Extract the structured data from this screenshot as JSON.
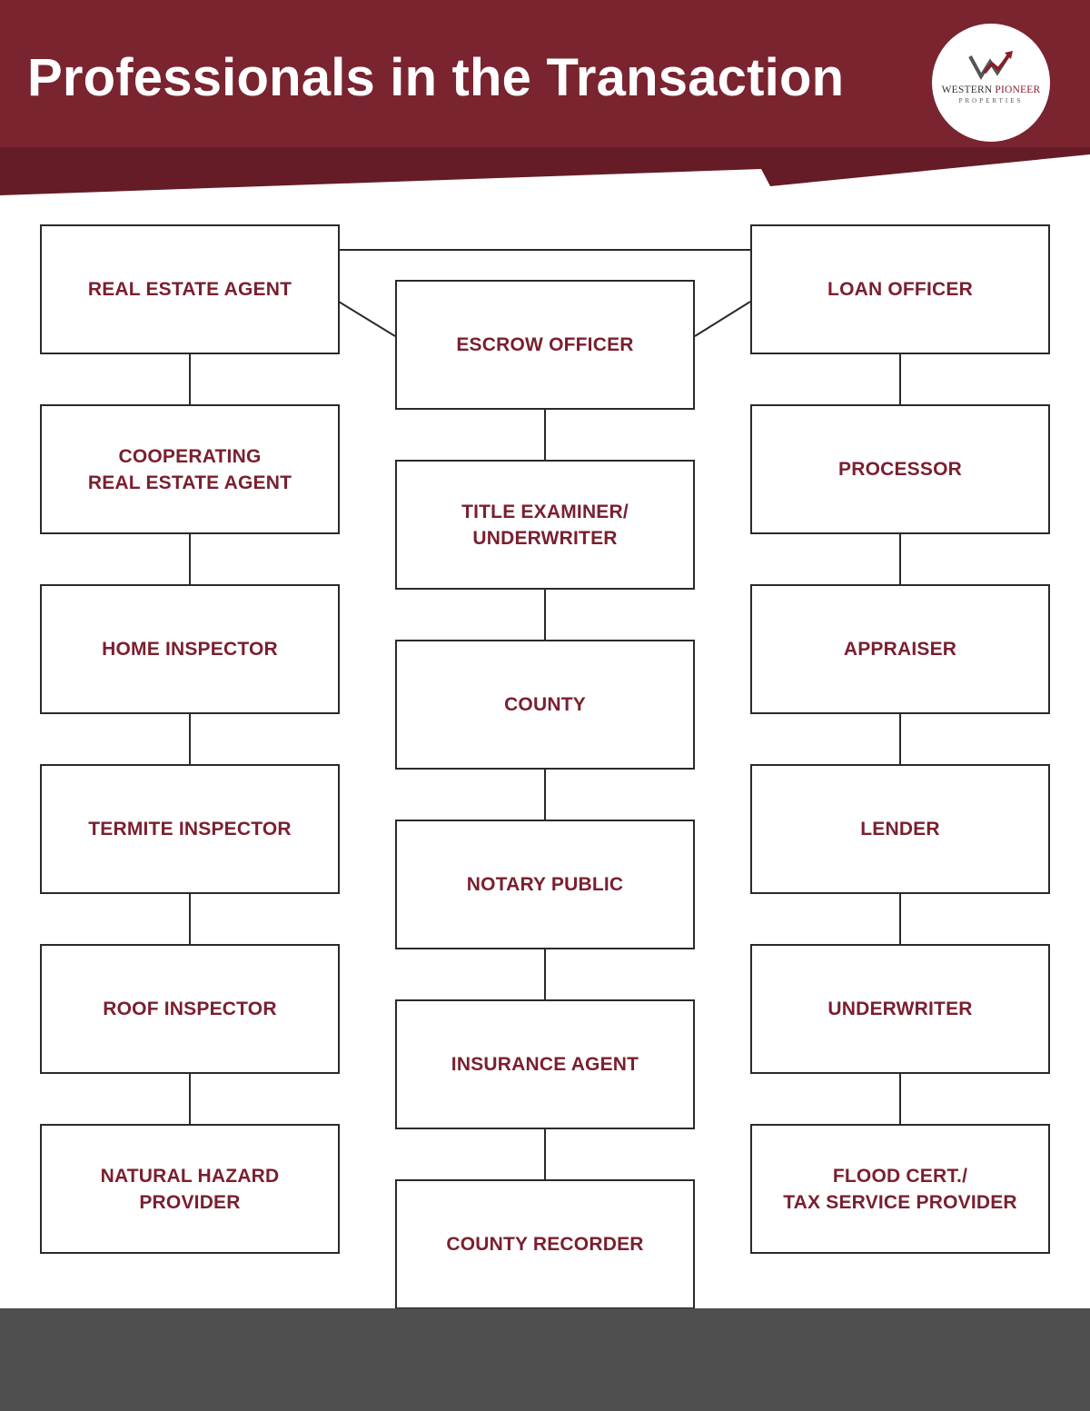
{
  "header": {
    "title": "Professionals in the Transaction",
    "logo": {
      "name_part1": "WESTERN",
      "name_part2": "PIONEER",
      "tagline": "PROPERTIES",
      "icon": "upward-arrow-icon"
    }
  },
  "colors": {
    "brand": "#7a2430",
    "brand_dark": "#651c27",
    "text": "#7a1f2e",
    "footer": "#4f4f4f"
  },
  "diagram": {
    "left": [
      "REAL ESTATE AGENT",
      "COOPERATING\nREAL ESTATE AGENT",
      "HOME INSPECTOR",
      "TERMITE INSPECTOR",
      "ROOF INSPECTOR",
      "NATURAL HAZARD\nPROVIDER"
    ],
    "center": [
      "ESCROW OFFICER",
      "TITLE EXAMINER/\nUNDERWRITER",
      "COUNTY",
      "NOTARY PUBLIC",
      "INSURANCE AGENT",
      "COUNTY RECORDER"
    ],
    "right": [
      "LOAN OFFICER",
      "PROCESSOR",
      "APPRAISER",
      "LENDER",
      "UNDERWRITER",
      "FLOOD CERT./\nTAX SERVICE PROVIDER"
    ]
  }
}
